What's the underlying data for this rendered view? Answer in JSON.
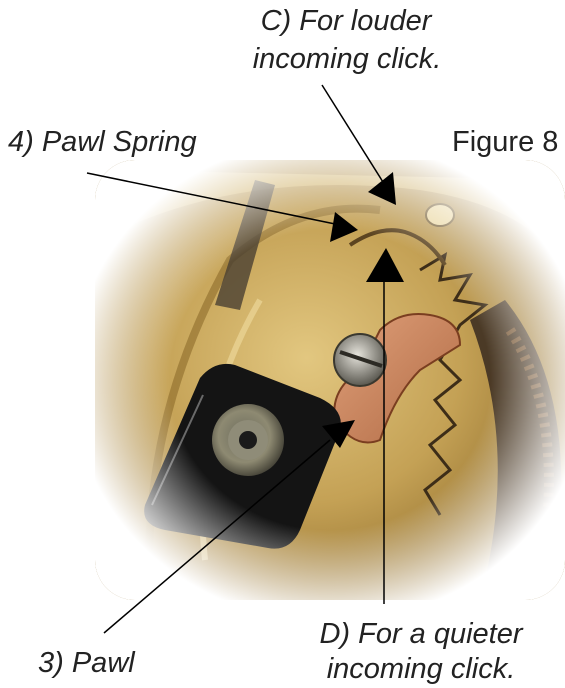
{
  "figure": {
    "caption": "Figure 8"
  },
  "labels": {
    "c_line1": "C)  For louder",
    "c_line2": "incoming click.",
    "pawl_spring": "4)  Pawl Spring",
    "pawl": "3)  Pawl",
    "d_line1": "D)  For a quieter",
    "d_line2": "incoming click."
  },
  "colors": {
    "text": "#222222",
    "arrow": "#000000",
    "brass": "#c9a85a",
    "pawl_black": "#141414",
    "copper": "#c9845a"
  }
}
